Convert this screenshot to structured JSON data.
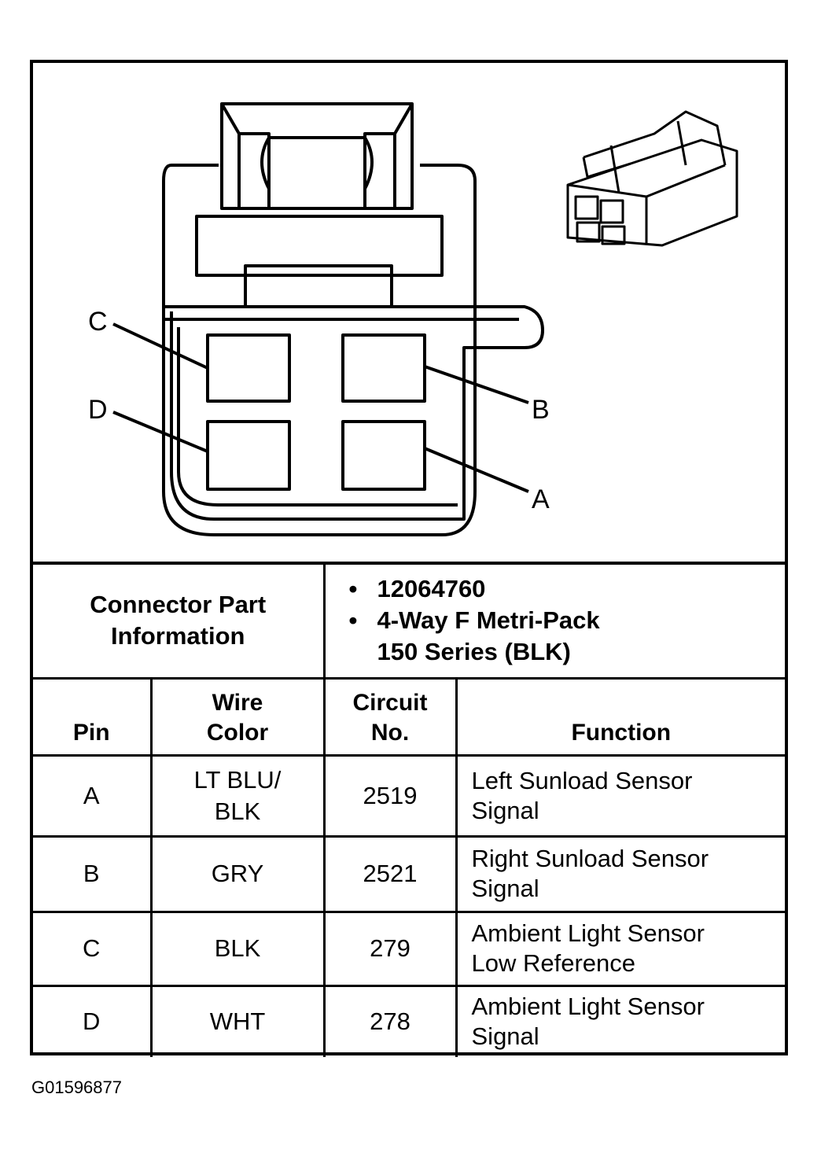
{
  "diagram": {
    "pin_labels": [
      "C",
      "D",
      "B",
      "A"
    ]
  },
  "connector_info": {
    "label": "Connector Part Information",
    "part_number": "12064760",
    "description_line1": "4-Way F Metri-Pack",
    "description_line2": "150 Series (BLK)"
  },
  "table": {
    "headers": {
      "pin": "Pin",
      "wire_color_line1": "Wire",
      "wire_color_line2": "Color",
      "circuit_line1": "Circuit",
      "circuit_line2": "No.",
      "function": "Function"
    },
    "rows": [
      {
        "pin": "A",
        "wire_line1": "LT BLU/",
        "wire_line2": "BLK",
        "circuit": "2519",
        "func_line1": "Left Sunload Sensor",
        "func_line2": "Signal"
      },
      {
        "pin": "B",
        "wire_line1": "GRY",
        "wire_line2": "",
        "circuit": "2521",
        "func_line1": "Right Sunload Sensor",
        "func_line2": "Signal"
      },
      {
        "pin": "C",
        "wire_line1": "BLK",
        "wire_line2": "",
        "circuit": "279",
        "func_line1": "Ambient Light Sensor",
        "func_line2": "Low Reference"
      },
      {
        "pin": "D",
        "wire_line1": "WHT",
        "wire_line2": "",
        "circuit": "278",
        "func_line1": "Ambient Light Sensor",
        "func_line2": "Signal"
      }
    ]
  },
  "figure_id": "G01596877"
}
